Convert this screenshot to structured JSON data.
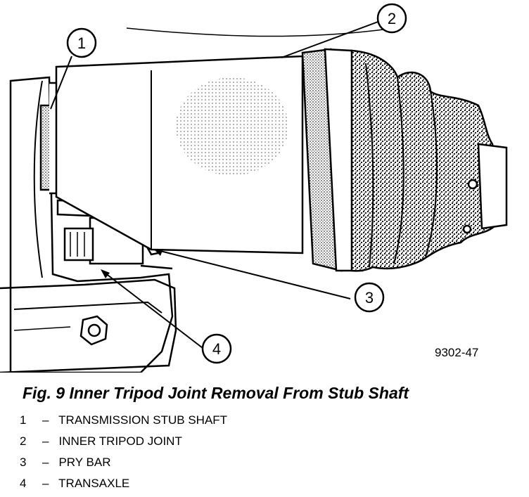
{
  "figure": {
    "code": "9302-47",
    "caption": "Fig. 9 Inner Tripod Joint Removal From Stub Shaft"
  },
  "callouts": [
    {
      "number": "1",
      "label": "TRANSMISSION STUB SHAFT"
    },
    {
      "number": "2",
      "label": "INNER TRIPOD JOINT"
    },
    {
      "number": "3",
      "label": "PRY BAR"
    },
    {
      "number": "4",
      "label": "TRANSAXLE"
    }
  ],
  "legend_separator": "–"
}
